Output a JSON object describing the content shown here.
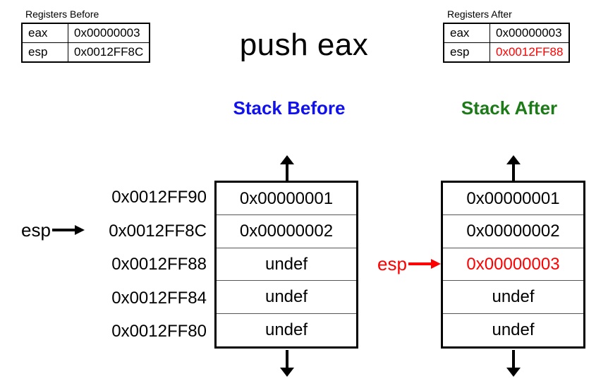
{
  "title": "push eax",
  "colors": {
    "before_heading": "#1111ee",
    "after_heading": "#1d7a18",
    "highlight": "#ff0000",
    "text": "#000000"
  },
  "registers_before": {
    "caption": "Registers Before",
    "rows": [
      {
        "name": "eax",
        "value": "0x00000003",
        "highlight": false
      },
      {
        "name": "esp",
        "value": "0x0012FF8C",
        "highlight": false
      }
    ]
  },
  "registers_after": {
    "caption": "Registers After",
    "rows": [
      {
        "name": "eax",
        "value": "0x00000003",
        "highlight": false
      },
      {
        "name": "esp",
        "value": "0x0012FF88",
        "highlight": true
      }
    ]
  },
  "stack_before": {
    "heading": "Stack Before",
    "addresses": [
      "0x0012FF90",
      "0x0012FF8C",
      "0x0012FF88",
      "0x0012FF84",
      "0x0012FF80"
    ],
    "cells": [
      {
        "value": "0x00000001",
        "highlight": false
      },
      {
        "value": "0x00000002",
        "highlight": false
      },
      {
        "value": "undef",
        "highlight": false
      },
      {
        "value": "undef",
        "highlight": false
      },
      {
        "value": "undef",
        "highlight": false
      }
    ],
    "esp_label": "esp",
    "esp_points_to_index": 1
  },
  "stack_after": {
    "heading": "Stack After",
    "cells": [
      {
        "value": "0x00000001",
        "highlight": false
      },
      {
        "value": "0x00000002",
        "highlight": false
      },
      {
        "value": "0x00000003",
        "highlight": true
      },
      {
        "value": "undef",
        "highlight": false
      },
      {
        "value": "undef",
        "highlight": false
      }
    ],
    "esp_label": "esp",
    "esp_points_to_index": 2
  },
  "growth_arrows": {
    "top_icon": "arrow-up-icon",
    "bottom_icon": "arrow-down-icon"
  }
}
